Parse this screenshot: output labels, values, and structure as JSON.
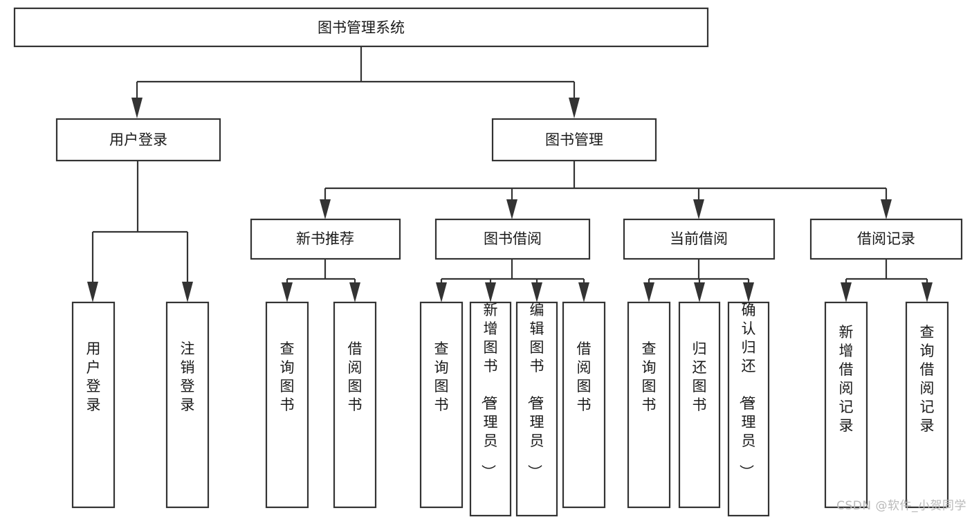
{
  "diagram": {
    "type": "tree-hierarchy",
    "title": "图书管理系统",
    "watermark": "CSDN @软件_小贺同学",
    "colors": {
      "box_stroke": "#333333",
      "box_fill": "#ffffff",
      "text": "#1a1a1a",
      "background": "#ffffff",
      "watermark": "#b9b9b9"
    },
    "nodes": {
      "root": {
        "label": "图书管理系统"
      },
      "level2": [
        {
          "id": "user-login",
          "label": "用户登录"
        },
        {
          "id": "book-manage",
          "label": "图书管理"
        }
      ],
      "level3": [
        {
          "id": "new-book-recommend",
          "label": "新书推荐"
        },
        {
          "id": "book-borrow",
          "label": "图书借阅"
        },
        {
          "id": "current-borrow",
          "label": "当前借阅"
        },
        {
          "id": "borrow-record",
          "label": "借阅记录"
        }
      ],
      "leaves": {
        "user-login": [
          {
            "id": "leaf-user-login",
            "label": "用户登录"
          },
          {
            "id": "leaf-user-logout",
            "label": "注销登录"
          }
        ],
        "new-book-recommend": [
          {
            "id": "leaf-query-book-1",
            "label": "查询图书"
          },
          {
            "id": "leaf-borrow-book-1",
            "label": "借阅图书"
          }
        ],
        "book-borrow": [
          {
            "id": "leaf-query-book-2",
            "label": "查询图书"
          },
          {
            "id": "leaf-add-book",
            "label": "新增图书（管理员）"
          },
          {
            "id": "leaf-edit-book",
            "label": "编辑图书（管理员）"
          },
          {
            "id": "leaf-borrow-book-2",
            "label": "借阅图书"
          }
        ],
        "current-borrow": [
          {
            "id": "leaf-query-book-3",
            "label": "查询图书"
          },
          {
            "id": "leaf-return-book",
            "label": "归还图书"
          },
          {
            "id": "leaf-confirm-return",
            "label": "确认归还（管理员）"
          }
        ],
        "borrow-record": [
          {
            "id": "leaf-add-record",
            "label": "新增借阅记录"
          },
          {
            "id": "leaf-query-record",
            "label": "查询借阅记录"
          }
        ]
      }
    }
  }
}
